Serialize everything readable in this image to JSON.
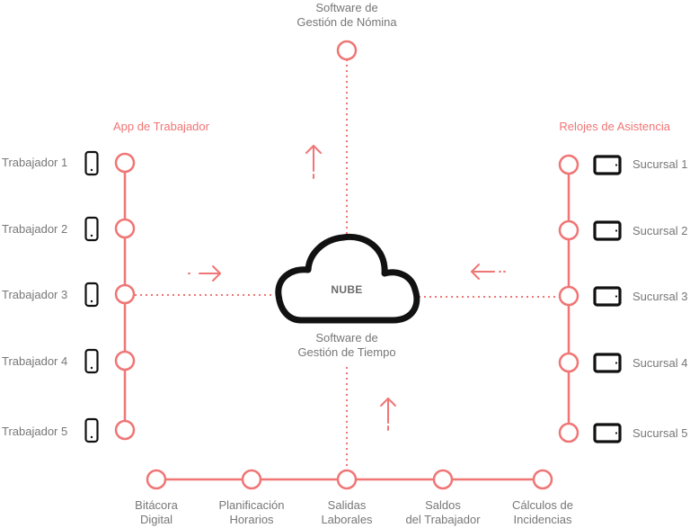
{
  "colors": {
    "accent": "#f07575",
    "device": "#111111",
    "text": "#777777"
  },
  "top": {
    "label_line1": "Software de",
    "label_line2": "Gestión de Nómina"
  },
  "center": {
    "cloud_label": "NUBE",
    "label_line1": "Software de",
    "label_line2": "Gestión de Tiempo"
  },
  "left": {
    "heading": "App de Trabajador",
    "device_icon": "smartphone-icon",
    "items": [
      "Trabajador 1",
      "Trabajador 2",
      "Trabajador 3",
      "Trabajador 4",
      "Trabajador 5"
    ]
  },
  "right": {
    "heading": "Relojes de Asistencia",
    "device_icon": "tablet-icon",
    "items": [
      "Sucursal 1",
      "Sucursal 2",
      "Sucursal 3",
      "Sucursal 4",
      "Sucursal 5"
    ]
  },
  "bottom": {
    "items": [
      {
        "line1": "Bitácora",
        "line2": "Digital"
      },
      {
        "line1": "Planificación",
        "line2": "Horarios"
      },
      {
        "line1": "Salidas",
        "line2": "Laborales"
      },
      {
        "line1": "Saldos",
        "line2": "del Trabajador"
      },
      {
        "line1": "Cálculos de",
        "line2": "Incidencias"
      }
    ]
  }
}
